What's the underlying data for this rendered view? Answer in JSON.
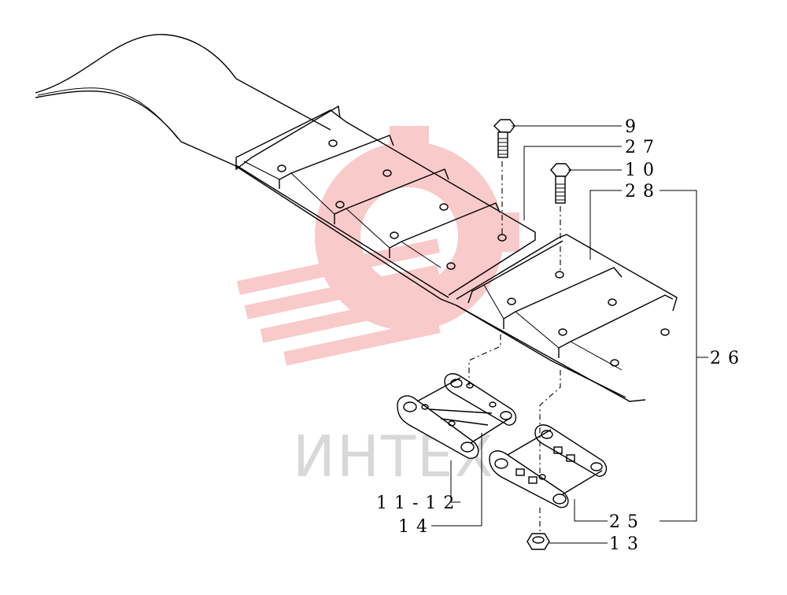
{
  "watermark": {
    "text": "ИНТЕХ",
    "color": "#f06a6a"
  },
  "callouts": {
    "c9": "9",
    "c27": "27",
    "c10": "10",
    "c28": "28",
    "c26": "26",
    "c11_12": "11-12",
    "c14": "14",
    "c25": "25",
    "c13": "13"
  }
}
